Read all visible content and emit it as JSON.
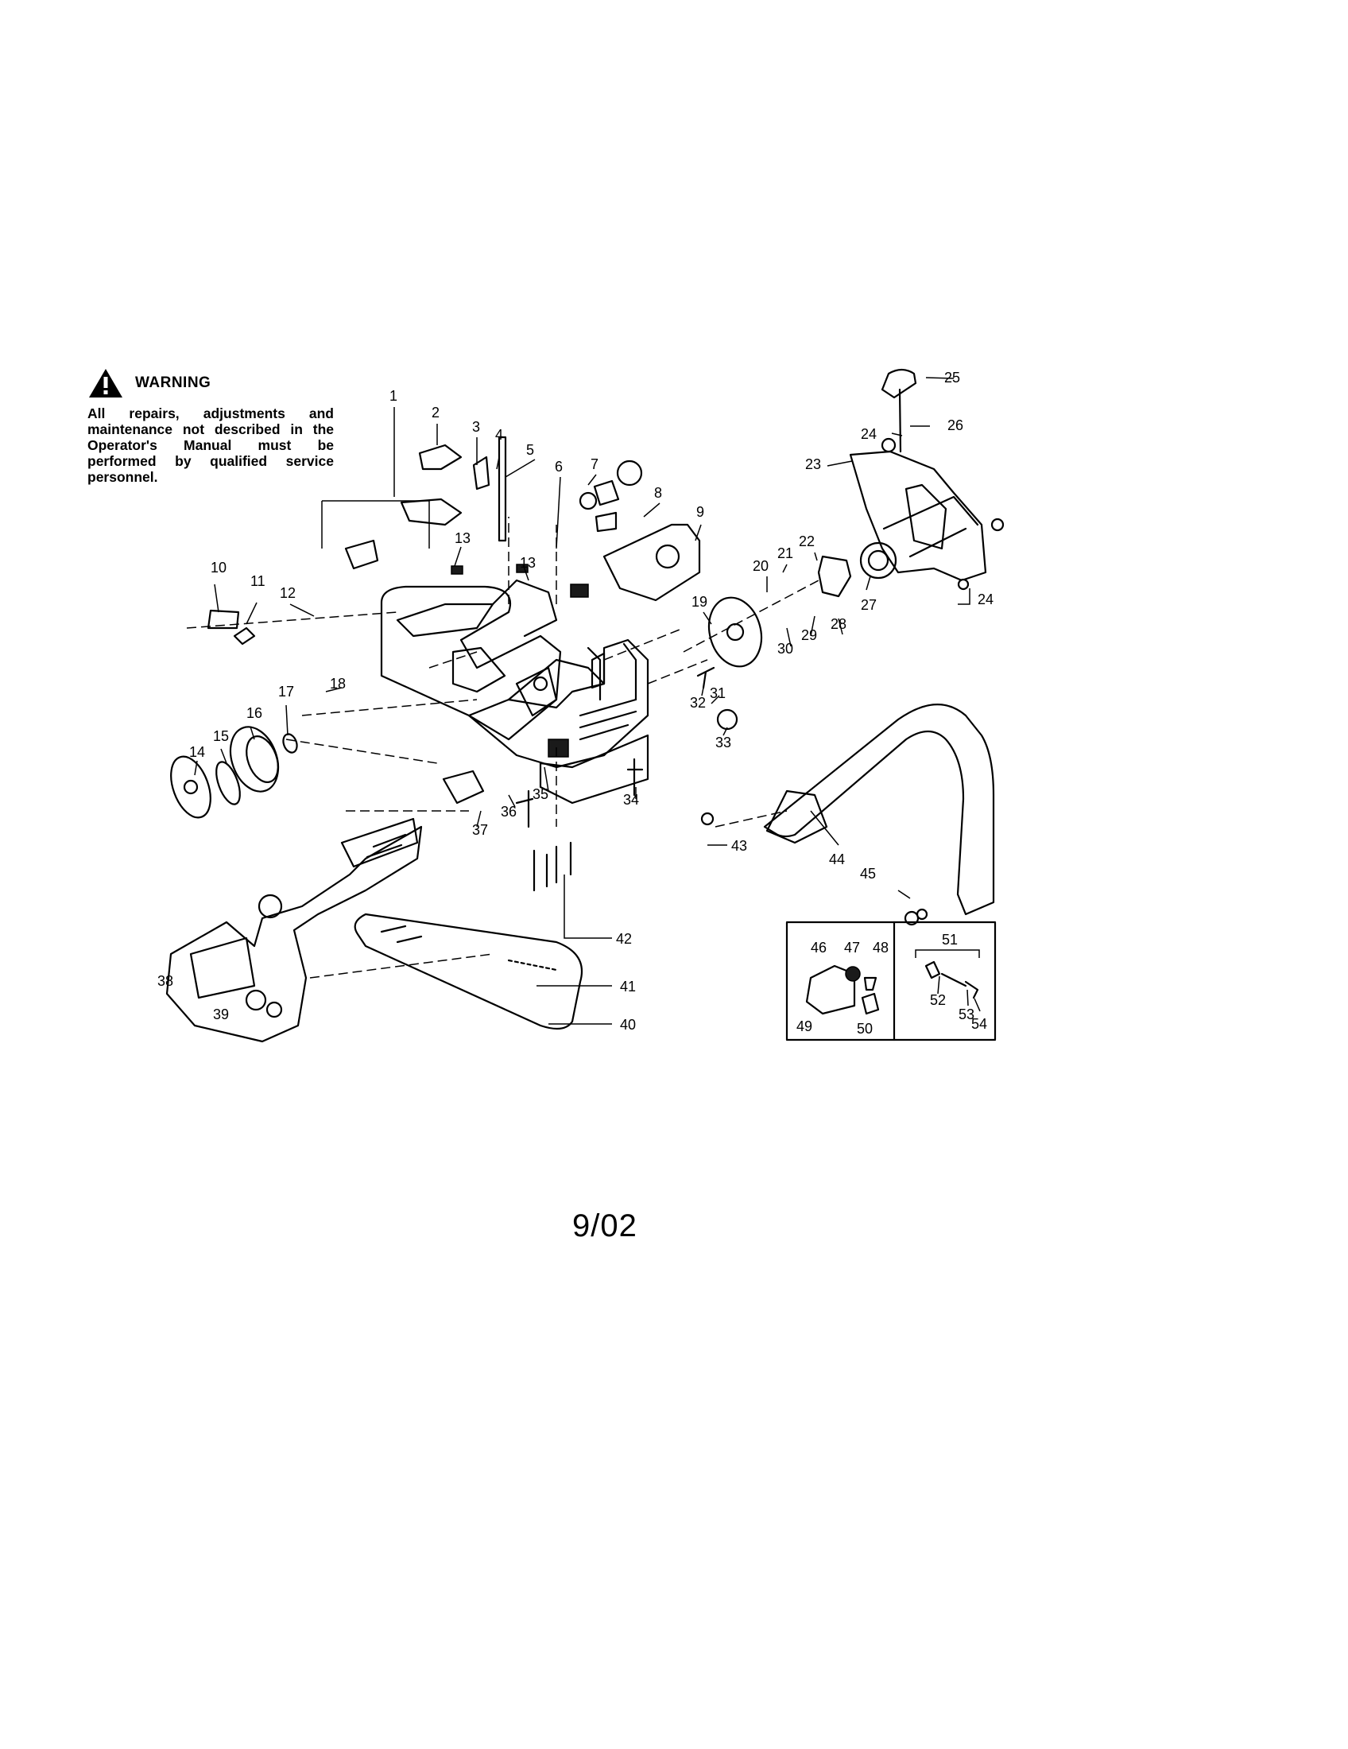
{
  "warning": {
    "icon": "warning-triangle-icon",
    "title": "WARNING",
    "body": "All repairs, adjustments and maintenance not described in the Operator's Manual must be performed by qualified service personnel."
  },
  "part_numbers": [
    "1",
    "2",
    "3",
    "4",
    "5",
    "6",
    "7",
    "8",
    "9",
    "10",
    "11",
    "12",
    "13",
    "13",
    "14",
    "15",
    "16",
    "17",
    "18",
    "19",
    "20",
    "21",
    "22",
    "23",
    "24",
    "24",
    "25",
    "26",
    "27",
    "28",
    "29",
    "30",
    "31",
    "32",
    "33",
    "34",
    "35",
    "36",
    "37",
    "38",
    "39",
    "40",
    "41",
    "42",
    "43",
    "44",
    "45",
    "46",
    "47",
    "48",
    "49",
    "50",
    "51",
    "52",
    "53",
    "54"
  ],
  "date_code": "9/02"
}
